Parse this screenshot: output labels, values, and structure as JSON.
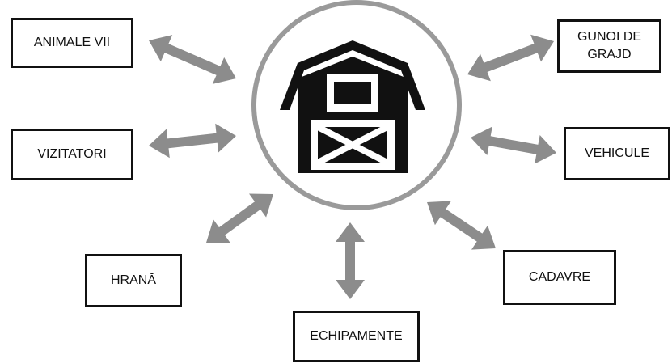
{
  "center": {
    "icon": "barn-icon"
  },
  "nodes": {
    "animale_vii": "ANIMALE VII",
    "gunoi_line1": "GUNOI DE",
    "gunoi_line2": "GRAJD",
    "vizitatori": "VIZITATORI",
    "vehicule": "VEHICULE",
    "hrana": "HRANĂ",
    "cadavre": "CADAVRE",
    "echipamente": "ECHIPAMENTE"
  },
  "colors": {
    "arrow": "#8c8c8c",
    "circle_stroke": "#9a9a9a",
    "box_border": "#111111",
    "barn": "#111111"
  }
}
